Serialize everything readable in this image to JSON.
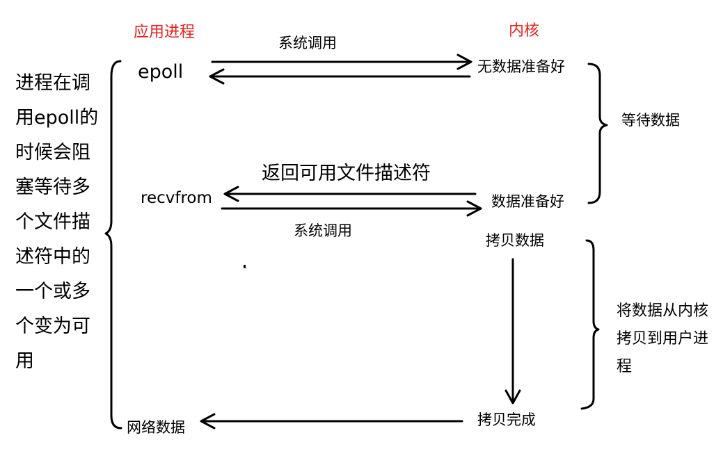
{
  "headers": {
    "app_process": "应用进程",
    "kernel": "内核"
  },
  "side_description": "进程在调用epoll的时候会阻塞等待多个文件描述符中的一个或多个变为可用",
  "app_side": {
    "epoll": "epoll",
    "recvfrom": "recvfrom",
    "network_data": "网络数据"
  },
  "kernel_side": {
    "no_data_ready": "无数据准备好",
    "data_ready": "数据准备好",
    "copy_data": "拷贝数据",
    "copy_done": "拷贝完成"
  },
  "arrows": {
    "syscall_top": "系统调用",
    "return_fd": "返回可用文件描述符",
    "syscall_bottom": "系统调用"
  },
  "phases": {
    "wait_data": "等待数据",
    "copy_to_user": "将数据从内核拷贝到用户进程"
  }
}
